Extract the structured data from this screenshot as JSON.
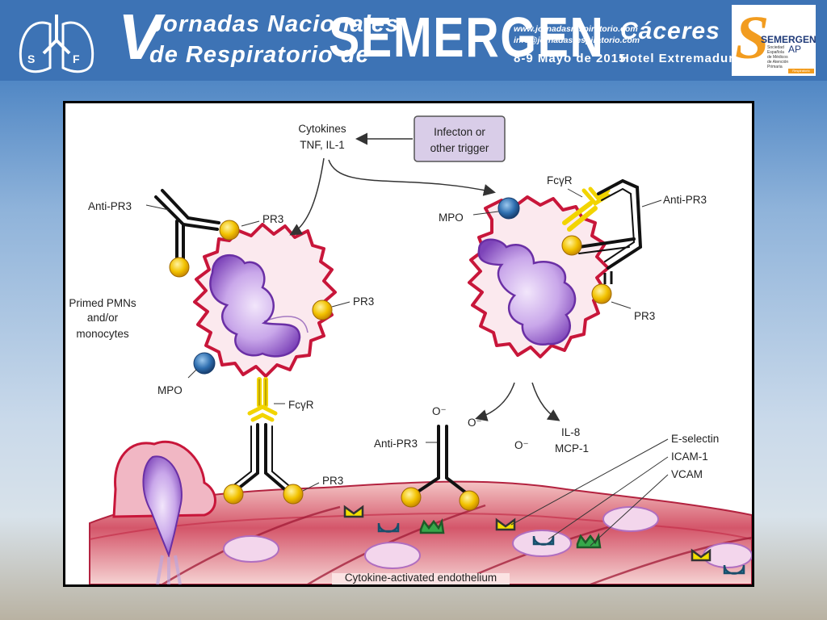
{
  "header": {
    "big_v": "V",
    "line1": "Jornadas Nacionales",
    "line2": "de Respiratorio de",
    "brand": "SEMERGEN",
    "website": "www.jornadasrespiratorio.com",
    "email": "info@jornadasrespiratorio.com",
    "dates": "8-9 Mayo de 2015",
    "city": "Cáceres",
    "venue": "Hotel Extremadura",
    "logo": {
      "initial": "S",
      "name": "SEMERGEN",
      "suffix": "AP",
      "lines": [
        "Sociedad",
        "Española",
        "de Médicos",
        "de Atención",
        "Primaria"
      ],
      "tag": "Respiratorio"
    },
    "colors": {
      "header_bg": "#3d73b5",
      "logo_accent": "#f29c1f"
    }
  },
  "diagram": {
    "trigger": [
      "Infecton or",
      "other trigger"
    ],
    "cytokines": [
      "Cytokines",
      "TNF, IL-1"
    ],
    "left_cell": {
      "anti_pr3": "Anti-PR3",
      "pr3_top": "PR3",
      "pr3_right": "PR3",
      "primed": [
        "Primed PMNs",
        "and/or",
        "monocytes"
      ],
      "mpo": "MPO",
      "fcgr": "FcγR",
      "pr3_bottom": "PR3"
    },
    "right_cell": {
      "mpo": "MPO",
      "fcgr": "FcγR",
      "anti_pr3": "Anti-PR3",
      "pr3": "PR3"
    },
    "oxygen": [
      "O⁻",
      "O⁻",
      "O⁻"
    ],
    "mid_anti_pr3": "Anti-PR3",
    "chemokines": [
      "IL-8",
      "MCP-1"
    ],
    "adhesion": [
      "E-selectin",
      "ICAM-1",
      "VCAM"
    ],
    "endothelium": "Cytokine-activated endothelium",
    "colors": {
      "membrane": "#c8163a",
      "nucleus": "#8a55c7",
      "gold": "#f2c200",
      "mpo": "#2f6fb0",
      "receptor": "#f2d400"
    }
  }
}
